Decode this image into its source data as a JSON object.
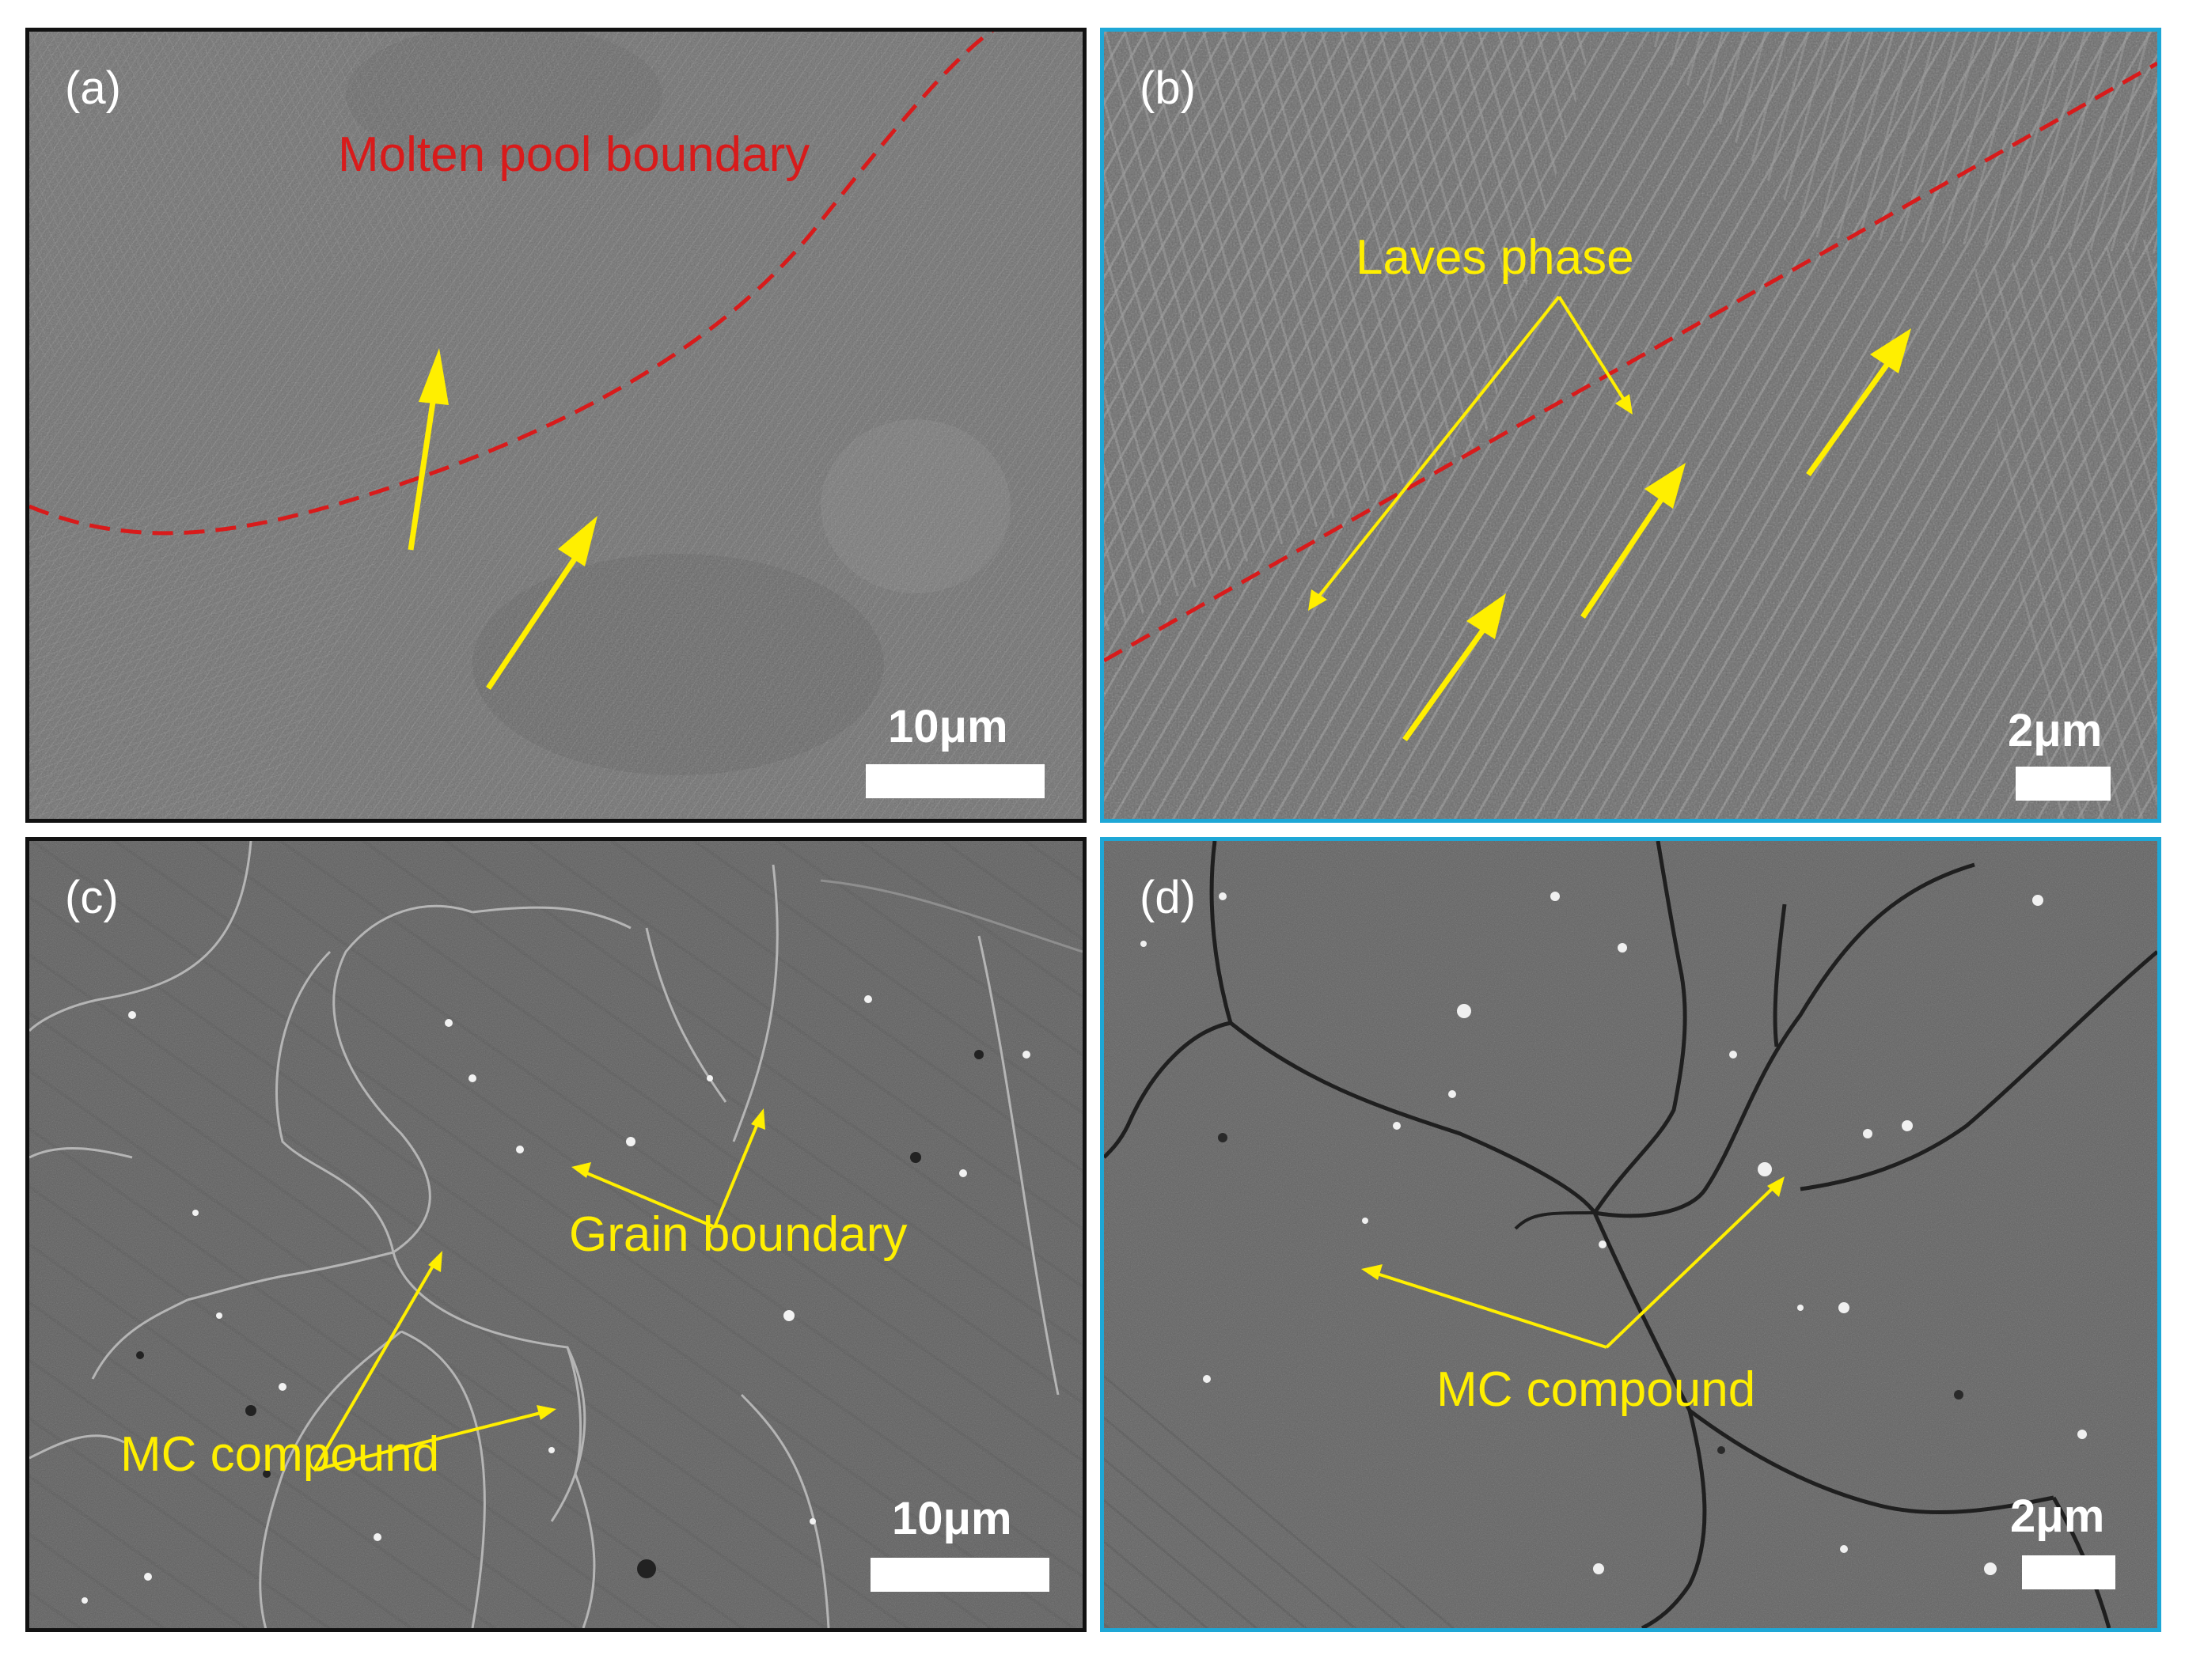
{
  "colors": {
    "annotation": "#ffef00",
    "boundary_line": "#d81b1b",
    "frame_dark": "#111111",
    "frame_blue": "#1ea7d6",
    "scale_bar": "#ffffff"
  },
  "panels": [
    {
      "label": "(a)",
      "annotations": [
        "Molten pool boundary"
      ],
      "scale_bar": "10μm"
    },
    {
      "label": "(b)",
      "annotations": [
        "Laves phase"
      ],
      "scale_bar": "2μm"
    },
    {
      "label": "(c)",
      "annotations": [
        "Grain boundary",
        "MC compound"
      ],
      "scale_bar": "10μm"
    },
    {
      "label": "(d)",
      "annotations": [
        "MC compound"
      ],
      "scale_bar": "2μm"
    }
  ]
}
